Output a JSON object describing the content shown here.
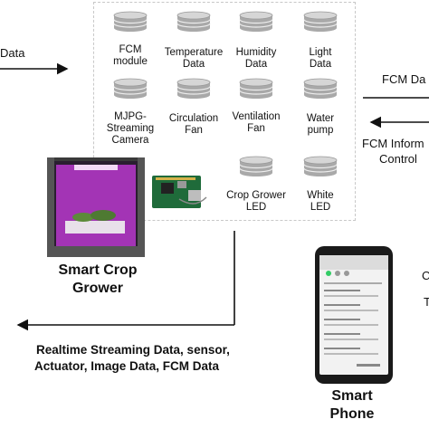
{
  "modules": [
    {
      "label_lines": [
        "FCM",
        "module"
      ],
      "name": "fcm-module"
    },
    {
      "label_lines": [
        "Temperature",
        "Data"
      ],
      "name": "temperature-data"
    },
    {
      "label_lines": [
        "Humidity",
        "Data"
      ],
      "name": "humidity-data"
    },
    {
      "label_lines": [
        "Light",
        "Data"
      ],
      "name": "light-data"
    },
    {
      "label_lines": [
        "MJPG-",
        "Streaming",
        "Camera"
      ],
      "name": "mjpg-streaming-camera"
    },
    {
      "label_lines": [
        "Circulation",
        "Fan"
      ],
      "name": "circulation-fan"
    },
    {
      "label_lines": [
        "Ventilation",
        "Fan"
      ],
      "name": "ventilation-fan"
    },
    {
      "label_lines": [
        "Water",
        "pump"
      ],
      "name": "water-pump"
    },
    {
      "label_lines": [
        "Crop Grower",
        "LED"
      ],
      "name": "crop-grower-led"
    },
    {
      "label_lines": [
        "White",
        "LED"
      ],
      "name": "white-led"
    }
  ],
  "left_data_label": "Data",
  "right_top_label": "FCM Da",
  "right_info_label": [
    "FCM Inform",
    "Control"
  ],
  "grower_label": [
    "Smart Crop",
    "Grower"
  ],
  "bottom_label": [
    "Realtime Streaming Data, sensor,",
    "Actuator, Image Data, FCM Data"
  ],
  "phone_label": [
    "Smart",
    "Phone"
  ],
  "right_edge_fragments": [
    "C",
    "T"
  ],
  "colors": {
    "cylinder_fill": "#a9a9a9",
    "cylinder_top": "#d6d6d6",
    "led_glow": "#c43cd9",
    "board_green": "#1f6b3a"
  },
  "icons": {
    "module": "database-cylinder-icon",
    "grower": "grow-cabinet-photo",
    "board": "raspberry-pi-board-icon",
    "phone": "smartphone-icon"
  }
}
